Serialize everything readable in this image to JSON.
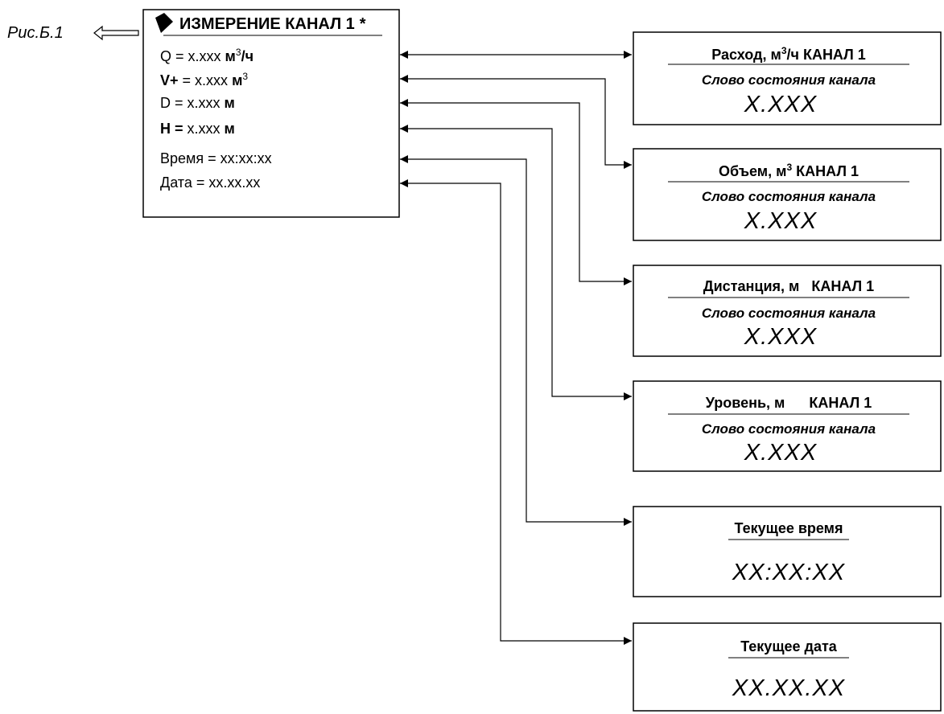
{
  "figure_ref": "Рис.Б.1",
  "menu": {
    "title": "ИЗМЕРЕНИЕ  КАНАЛ 1",
    "marker": "*",
    "q": {
      "label": "Q",
      "eq": " = ",
      "value": "x.xxx ",
      "unit": "м",
      "sup": "3",
      "unit_tail": "/ч"
    },
    "v": {
      "label": "V+",
      "eq": " = ",
      "value": "x.xxx ",
      "unit": "м",
      "sup": "3"
    },
    "d": {
      "label": "D",
      "eq": " = ",
      "value": "x.xxx ",
      "unit": "м"
    },
    "h": {
      "label": "H",
      "eq": " = ",
      "value": "x.xxx ",
      "unit": "м"
    },
    "time": "Время = хх:хх:хх",
    "date": "Дата = хх.хх.хх"
  },
  "screens": {
    "flow": {
      "title_a": "Расход, м",
      "title_sup": "3",
      "title_b": "/ч   КАНАЛ 1",
      "sub": "Слово состояния канала",
      "value": "X.XXX"
    },
    "volume": {
      "title_a": "Объем, м",
      "title_sup": "3",
      "title_b": "   КАНАЛ 1",
      "sub": "Слово состояния канала",
      "value": "X.XXX"
    },
    "distance": {
      "title": "Дистанция, м   КАНАЛ 1",
      "sub": "Слово состояния канала",
      "value": "X.XXX"
    },
    "level": {
      "title": "Уровень, м      КАНАЛ 1",
      "sub": "Слово состояния канала",
      "value": "X.XXX"
    },
    "time": {
      "title": "Текущее время",
      "value": "XX:XX:XX"
    },
    "date": {
      "title": "Текущее дата",
      "value": "XX.XX.XX"
    }
  }
}
